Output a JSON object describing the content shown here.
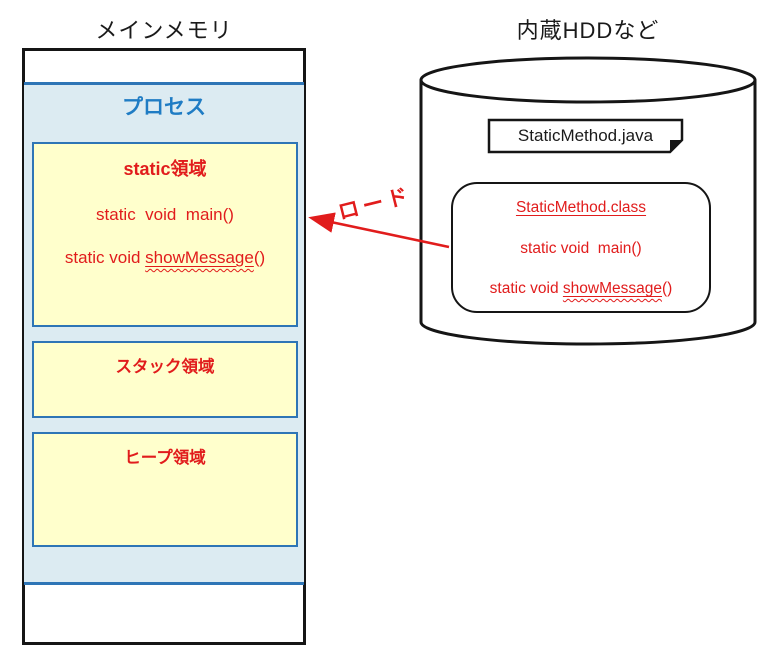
{
  "colors": {
    "red": "#e11c1c",
    "blue": "#2e75b6",
    "blue-text": "#1f7cc4",
    "light-blue": "#dcebf2",
    "yellow": "#ffffcc"
  },
  "memory": {
    "title": "メインメモリ",
    "process_label": "プロセス",
    "static_area": {
      "title": "static領域",
      "main_line": "static  void  main()",
      "show_prefix": "static void ",
      "show_underlined": "showMessage",
      "show_suffix": "()"
    },
    "stack_label": "スタック領域",
    "heap_label": "ヒープ領域"
  },
  "storage": {
    "title": "内蔵HDDなど",
    "java_file_label": "StaticMethod.java",
    "class_box": {
      "title": "StaticMethod.class",
      "main_line": "static void  main()",
      "show_prefix": "static void ",
      "show_underlined": "showMessage",
      "show_suffix": "()"
    }
  },
  "load_arrow": {
    "label": "ロード"
  }
}
